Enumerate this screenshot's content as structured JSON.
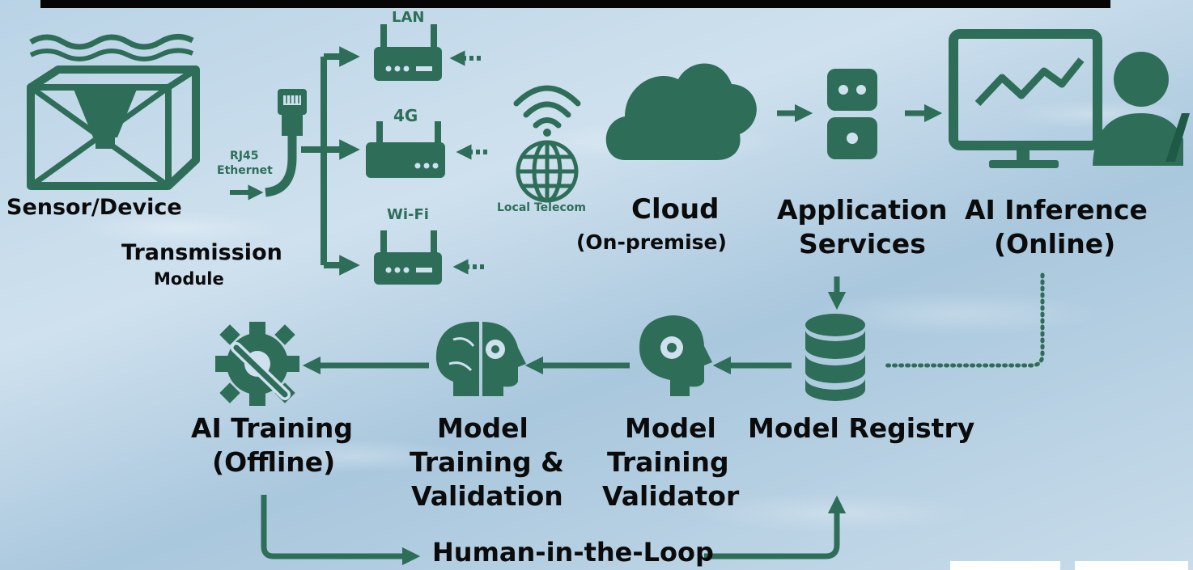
{
  "labels": {
    "sensor": "Sensor/Device",
    "rj45": "RJ45",
    "ethernet": "Ethernet",
    "transmission": "Transmission",
    "module": "Module",
    "lan": "LAN",
    "g4": "4G",
    "wifi": "Wi-Fi",
    "local_telecom": "Local Telecom",
    "cloud": "Cloud",
    "cloud_sub": "(On-premise)",
    "app_line1": "Application",
    "app_line2": "Services",
    "inference_line1": "AI Inference",
    "inference_line2": "(Online)",
    "registry": "Model Registry",
    "validator_line1": "Model",
    "validator_line2": "Training",
    "validator_line3": "Validator",
    "tv_line1": "Model",
    "tv_line2": "Training &",
    "tv_line3": "Validation",
    "training_line1": "AI Training",
    "training_line2": "(Offline)",
    "hitl": "Human-in-the-Loop"
  },
  "icons": [
    "sensor-device-icon",
    "ethernet-plug-icon",
    "router-icon",
    "wireless-signal-icon",
    "globe-icon",
    "cloud-icon",
    "app-services-icon",
    "monitor-chart-icon",
    "user-icon",
    "database-icon",
    "head-gear-icon",
    "brain-gear-icon",
    "gear-wrench-icon"
  ],
  "colors": {
    "primary": "#2e6e58",
    "text": "#0b0b0b",
    "bar": "#050505"
  }
}
